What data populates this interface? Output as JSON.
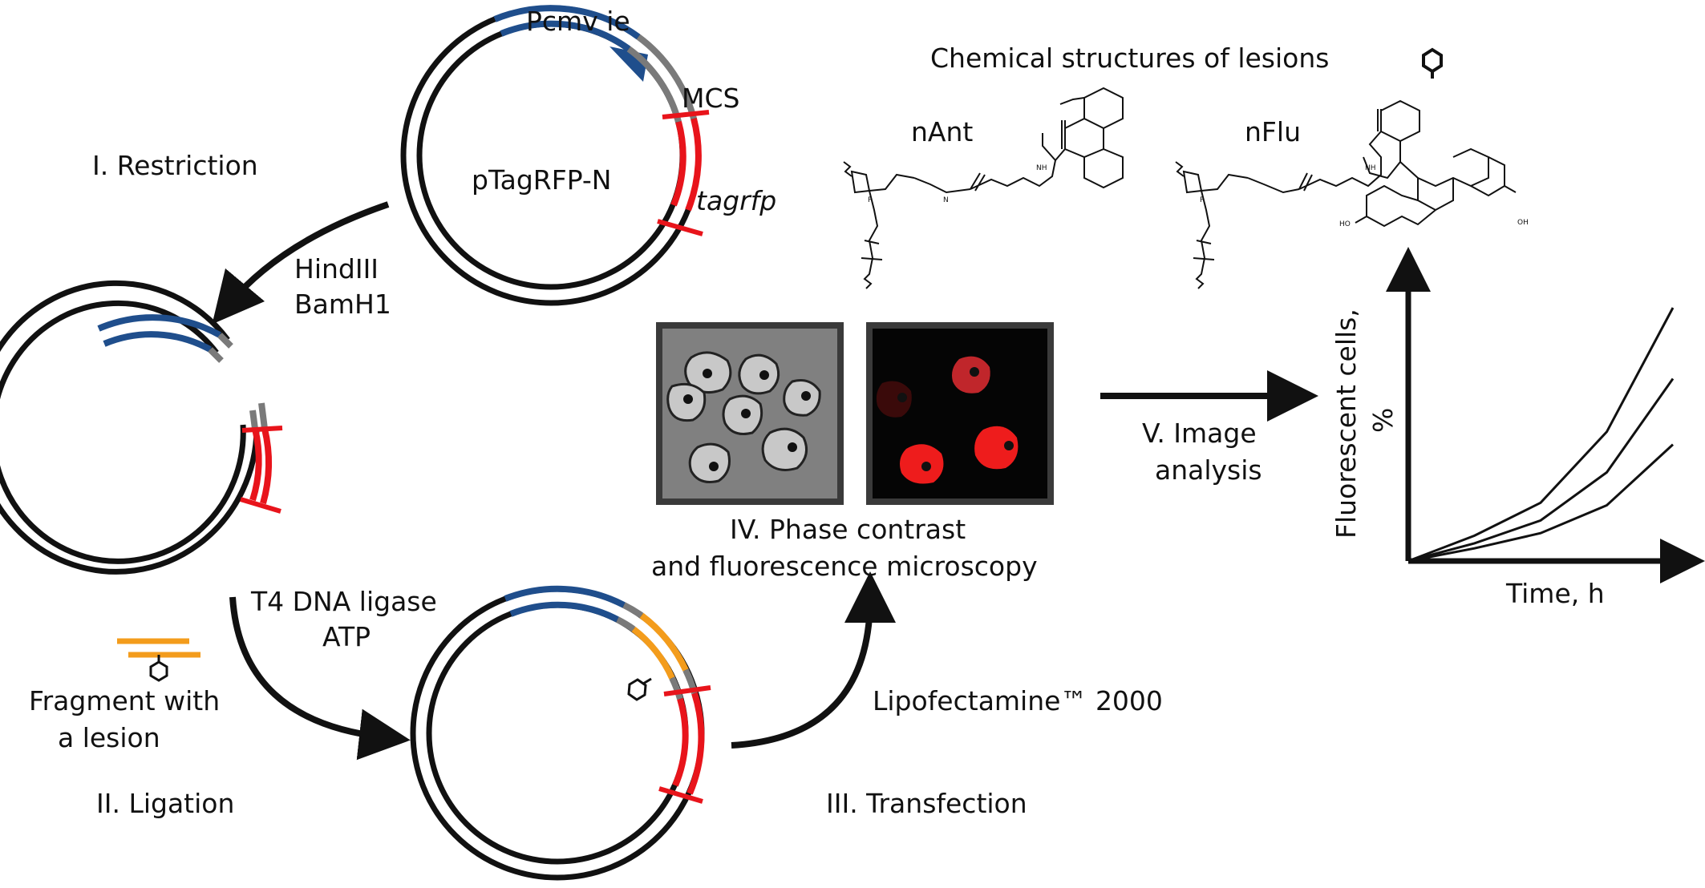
{
  "labels": {
    "promoter": "Pcmv ie",
    "mcs": "MCS",
    "plasmid": "pTagRFP-N",
    "gene": "tagrfp",
    "step1": "I. Restriction",
    "enzyme1": "HindIII",
    "enzyme2": "BamH1",
    "ligase1": "T4 DNA ligase",
    "ligase2": "ATP",
    "fragment1": "Fragment with",
    "fragment2": "a lesion",
    "step2": "II. Ligation",
    "step3": "III. Transfection",
    "lipo": "Lipofectamine™ 2000",
    "step4a": "IV. Phase contrast",
    "step4b": "and fluorescence microscopy",
    "step5a": "V. Image",
    "step5b": "analysis",
    "chem_title": "Chemical structures of lesions",
    "nant": "nAnt",
    "nflu": "nFlu",
    "ylabel1": "Fluorescent cells,",
    "ylabel2": "%",
    "xlabel": "Time, h"
  },
  "colors": {
    "dna": "#111111",
    "promoter": "#1f4e8c",
    "mcs": "#7a7a7a",
    "tagrfp": "#e8141b",
    "fragment": "#f39c1c",
    "phase_bg": "#808080",
    "cell": "#c8c8c8",
    "fluor_bg": "#050505"
  },
  "chart_data": {
    "type": "line",
    "xlabel": "Time, h",
    "ylabel": "Fluorescent cells, %",
    "series": [
      {
        "values": [
          0,
          10,
          23,
          51,
          100
        ]
      },
      {
        "values": [
          0,
          7,
          16,
          35,
          72
        ]
      },
      {
        "values": [
          0,
          5,
          11,
          22,
          46
        ]
      }
    ],
    "x": [
      0,
      1,
      2,
      3,
      4
    ]
  }
}
